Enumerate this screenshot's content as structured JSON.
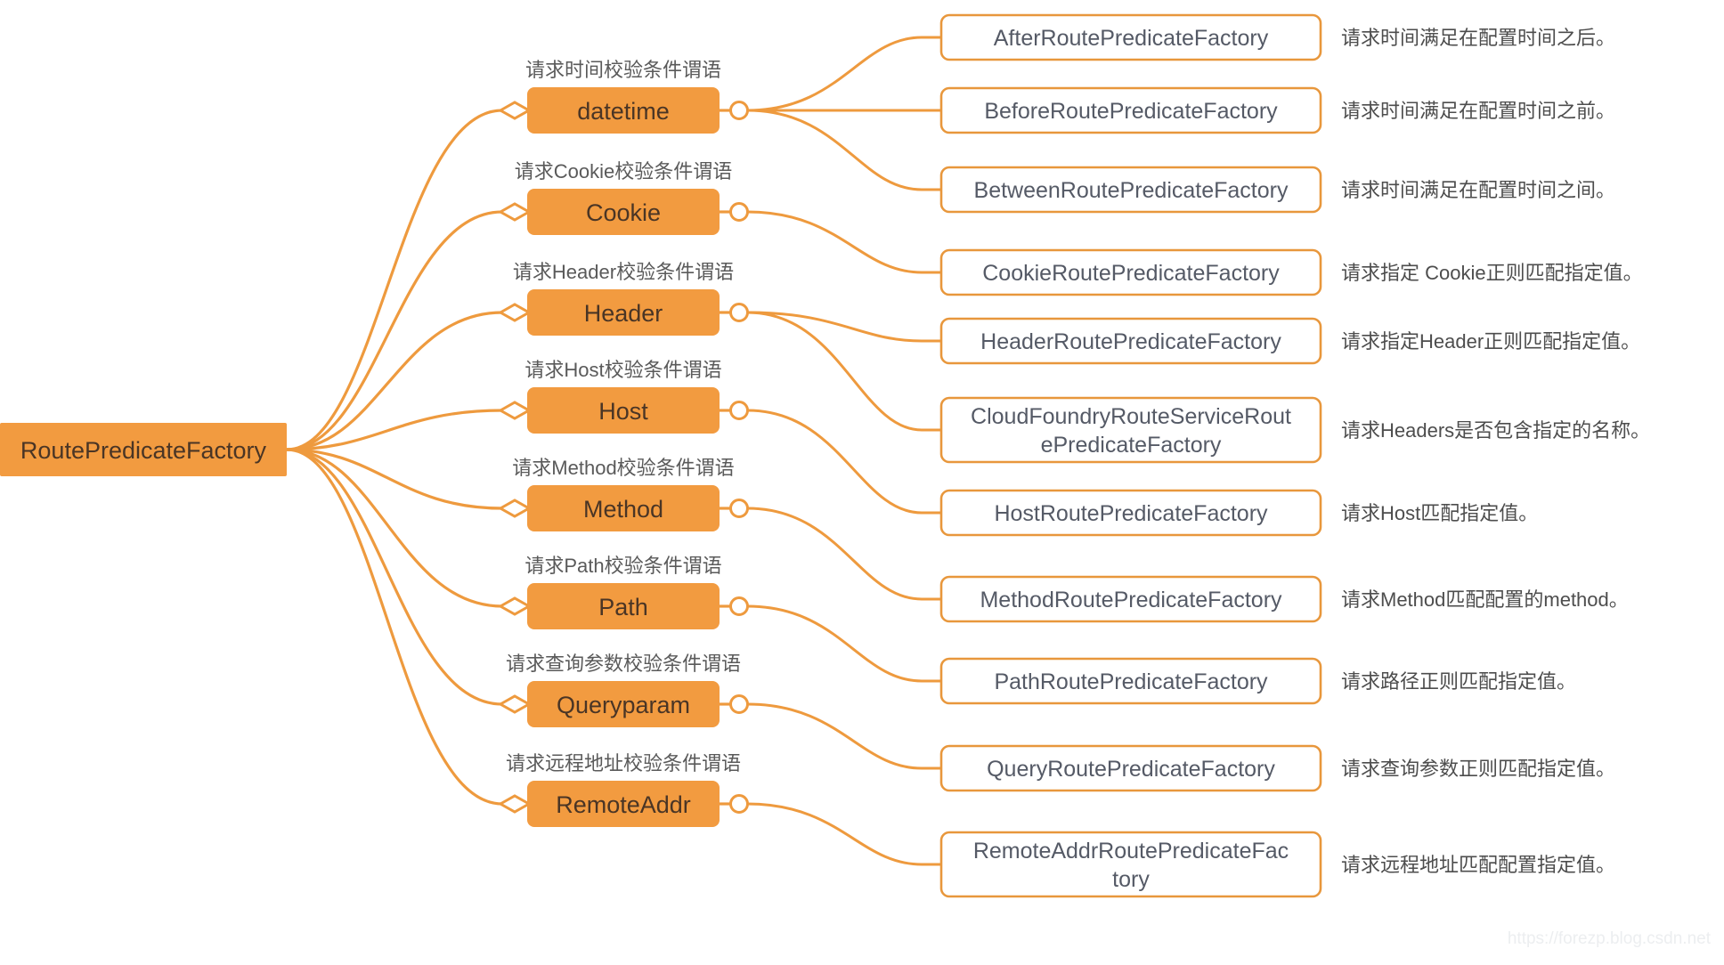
{
  "diagram": {
    "title": "RoutePredicateFactory mind map",
    "colors": {
      "node_fill": "#F29B40",
      "node_stroke": "#E68A2E",
      "leaf_fill": "#FFFFFF",
      "leaf_stroke": "#E8973C",
      "connector": "#EE9A3E",
      "root_text": "#4a3525",
      "leaf_text": "#555a66",
      "caption_text": "#5a5a5a",
      "description_text": "#4d4d4d",
      "background": "#FFFFFF",
      "watermark_text": "#eceef0"
    },
    "root": {
      "label": "RoutePredicateFactory"
    },
    "branches": [
      {
        "id": "datetime",
        "caption": "请求时间校验条件谓语",
        "label": "datetime",
        "leaves": [
          {
            "label": "AfterRoutePredicateFactory",
            "description": "请求时间满足在配置时间之后。"
          },
          {
            "label": "BeforeRoutePredicateFactory",
            "description": "请求时间满足在配置时间之前。"
          },
          {
            "label": "BetweenRoutePredicateFactory",
            "description": "请求时间满足在配置时间之间。"
          }
        ]
      },
      {
        "id": "cookie",
        "caption": "请求Cookie校验条件谓语",
        "label": "Cookie",
        "leaves": [
          {
            "label": "CookieRoutePredicateFactory",
            "description": "请求指定 Cookie正则匹配指定值。"
          }
        ]
      },
      {
        "id": "header",
        "caption": "请求Header校验条件谓语",
        "label": "Header",
        "leaves": [
          {
            "label": "HeaderRoutePredicateFactory",
            "description": "请求指定Header正则匹配指定值。"
          },
          {
            "label": "CloudFoundryRouteServiceRoutePredicateFactory",
            "description": "请求Headers是否包含指定的名称。"
          }
        ]
      },
      {
        "id": "host",
        "caption": "请求Host校验条件谓语",
        "label": "Host",
        "leaves": [
          {
            "label": "HostRoutePredicateFactory",
            "description": "请求Host匹配指定值。"
          }
        ]
      },
      {
        "id": "method",
        "caption": "请求Method校验条件谓语",
        "label": "Method",
        "leaves": [
          {
            "label": "MethodRoutePredicateFactory",
            "description": "请求Method匹配配置的method。"
          }
        ]
      },
      {
        "id": "path",
        "caption": "请求Path校验条件谓语",
        "label": "Path",
        "leaves": [
          {
            "label": "PathRoutePredicateFactory",
            "description": "请求路径正则匹配指定值。"
          }
        ]
      },
      {
        "id": "queryparam",
        "caption": "请求查询参数校验条件谓语",
        "label": "Queryparam",
        "leaves": [
          {
            "label": "QueryRoutePredicateFactory",
            "description": "请求查询参数正则匹配指定值。"
          }
        ]
      },
      {
        "id": "remoteaddr",
        "caption": "请求远程地址校验条件谓语",
        "label": "RemoteAddr",
        "leaves": [
          {
            "label": "RemoteAddrRoutePredicateFactory",
            "description": "请求远程地址匹配配置指定值。"
          }
        ]
      }
    ],
    "leaf_lines": {
      "AfterRoutePredicateFactory": [
        "AfterRoutePredicateFactory"
      ],
      "BeforeRoutePredicateFactory": [
        "BeforeRoutePredicateFactory"
      ],
      "BetweenRoutePredicateFactory": [
        "BetweenRoutePredicateFactory"
      ],
      "CookieRoutePredicateFactory": [
        "CookieRoutePredicateFactory"
      ],
      "HeaderRoutePredicateFactory": [
        "HeaderRoutePredicateFactory"
      ],
      "CloudFoundryRouteServiceRoutePredicateFactory": [
        "CloudFoundryRouteServiceRout",
        "ePredicateFactory"
      ],
      "HostRoutePredicateFactory": [
        "HostRoutePredicateFactory"
      ],
      "MethodRoutePredicateFactory": [
        "MethodRoutePredicateFactory"
      ],
      "PathRoutePredicateFactory": [
        "PathRoutePredicateFactory"
      ],
      "QueryRoutePredicateFactory": [
        "QueryRoutePredicateFactory"
      ],
      "RemoteAddrRoutePredicateFactory": [
        "RemoteAddrRoutePredicateFac",
        "tory"
      ]
    },
    "watermark": "https://forezp.blog.csdn.net"
  }
}
